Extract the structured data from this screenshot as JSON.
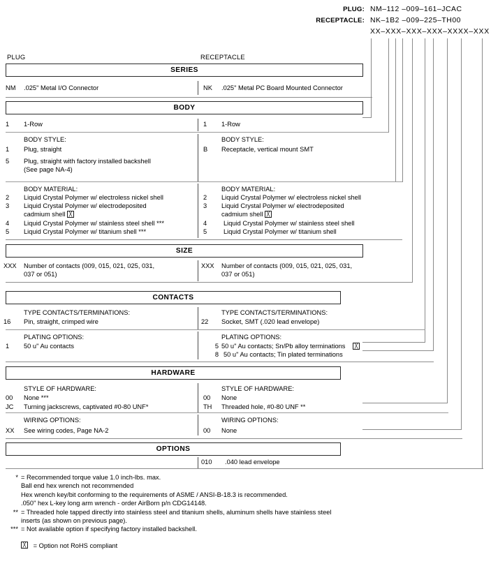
{
  "header": {
    "plug_label": "PLUG:",
    "plug_number": "NM–112 –009–161–JCAC",
    "receptacle_label": "RECEPTACLE:",
    "receptacle_number": "NK–1B2 –009–225–TH00",
    "mask": "XX–XXX–XXX–XXX–XXXX–XXX"
  },
  "columns": {
    "plug": "PLUG",
    "receptacle": "RECEPTACLE"
  },
  "sections": {
    "series": {
      "title": "SERIES"
    },
    "body": {
      "title": "BODY"
    },
    "size": {
      "title": "SIZE"
    },
    "contacts": {
      "title": "CONTACTS"
    },
    "hardware": {
      "title": "HARDWARE"
    },
    "options": {
      "title": "OPTIONS"
    }
  },
  "series": {
    "plug": {
      "code": "NM",
      "text": ".025\" Metal I/O Connector"
    },
    "receptacle": {
      "code": "NK",
      "text": ".025\" Metal PC Board Mounted Connector"
    }
  },
  "body_row": {
    "plug": {
      "code": "1",
      "text": "1-Row"
    },
    "receptacle": {
      "code": "1",
      "text": "1-Row"
    }
  },
  "body_style": {
    "caption_plug": "BODY STYLE:",
    "caption_receptacle": "BODY STYLE:",
    "plug": [
      {
        "code": "1",
        "text": "Plug, straight"
      },
      {
        "code": "5",
        "text": "Plug, straight with factory installed backshell"
      },
      {
        "code": "",
        "text": "(See page NA-4)"
      }
    ],
    "receptacle": [
      {
        "code": "B",
        "text": "Receptacle, vertical mount SMT"
      }
    ]
  },
  "body_material": {
    "caption_plug": "BODY MATERIAL:",
    "caption_receptacle": "BODY MATERIAL:",
    "plug": [
      {
        "code": "2",
        "text": "Liquid Crystal Polymer w/ electroless nickel shell"
      },
      {
        "code": "3",
        "text": "Liquid Crystal Polymer w/ electrodeposited"
      },
      {
        "code": "",
        "text": "cadmium shell"
      },
      {
        "code": "4",
        "text": "Liquid Crystal Polymer w/ stainless steel shell ***"
      },
      {
        "code": "5",
        "text": "Liquid Crystal Polymer w/ titanium shell ***"
      }
    ],
    "receptacle": [
      {
        "code": "2",
        "text": "Liquid Crystal Polymer w/ electroless nickel shell"
      },
      {
        "code": "3",
        "text": "Liquid Crystal Polymer w/ electrodeposited"
      },
      {
        "code": "",
        "text": "cadmium shell"
      },
      {
        "code": "4",
        "text": "Liquid Crystal Polymer w/ stainless steel shell"
      },
      {
        "code": "5",
        "text": "Liquid Crystal Polymer w/ titanium shell"
      }
    ]
  },
  "size": {
    "plug": {
      "code": "XXX",
      "line1": "Number of contacts (009, 015, 021, 025, 031,",
      "line2": "037 or 051)"
    },
    "receptacle": {
      "code": "XXX",
      "line1": "Number of contacts (009, 015, 021, 025, 031,",
      "line2": "037 or 051)"
    }
  },
  "contacts_type": {
    "caption_plug": "TYPE CONTACTS/TERMINATIONS:",
    "caption_receptacle": "TYPE CONTACTS/TERMINATIONS:",
    "plug": [
      {
        "code": "16",
        "text": "Pin, straight, crimped wire"
      }
    ],
    "receptacle": [
      {
        "code": "22",
        "text": "Socket, SMT (.020 lead envelope)"
      }
    ]
  },
  "plating": {
    "caption_plug": "PLATING OPTIONS:",
    "caption_receptacle": "PLATING OPTIONS:",
    "plug": [
      {
        "code": "1",
        "text": "50 u\" Au contacts"
      }
    ],
    "receptacle": [
      {
        "code": "5",
        "text": "50 u\" Au contacts; Sn/Pb alloy terminations"
      },
      {
        "code": "8",
        "text": "50 u\" Au contacts; Tin plated terminations"
      }
    ]
  },
  "hardware_style": {
    "caption_plug": "STYLE OF HARDWARE:",
    "caption_receptacle": "STYLE OF HARDWARE:",
    "plug": [
      {
        "code": "00",
        "text": "None  ***"
      },
      {
        "code": "JC",
        "text": "Turning jackscrews, captivated #0-80 UNF*"
      }
    ],
    "receptacle": [
      {
        "code": "00",
        "text": "None"
      },
      {
        "code": "TH",
        "text": "Threaded hole, #0-80 UNF  **"
      }
    ]
  },
  "wiring": {
    "caption_plug": "WIRING OPTIONS:",
    "caption_receptacle": "WIRING OPTIONS:",
    "plug": [
      {
        "code": "XX",
        "text": "See wiring codes, Page NA-2"
      }
    ],
    "receptacle": [
      {
        "code": "00",
        "text": "None"
      }
    ]
  },
  "options_rows": {
    "receptacle": [
      {
        "code": "010",
        "text": ".040 lead envelope"
      }
    ]
  },
  "footnotes": {
    "star1_mark": "*",
    "star1_line1": "= Recommended torque value 1.0 inch-lbs. max.",
    "star1_line2": "Ball end hex wrench not recommended",
    "star1_line3": "Hex wrench key/bit conforming to the requirements of ASME / ANSI-B-18.3 is recommended.",
    "star1_line4": ".050\" hex L-key long arm wrench - order AirBorn p/n CDG14148.",
    "star2_mark": "**",
    "star2_line1": "= Threaded hole tapped directly into stainless steel and titanium shells, aluminum shells have stainless steel",
    "star2_line2": "inserts (as shown on previous page).",
    "star3_mark": "***",
    "star3_line1": "= Not available option if specifying factory installed backshell.",
    "rohs": "= Option not RoHS compliant"
  }
}
